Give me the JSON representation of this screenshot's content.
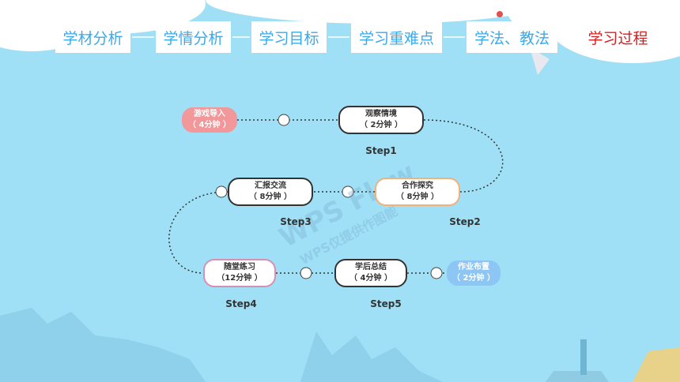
{
  "nav": {
    "items": [
      {
        "label": "学材分析",
        "active": false
      },
      {
        "label": "学情分析",
        "active": false
      },
      {
        "label": "学习目标",
        "active": false
      },
      {
        "label": "学习重难点",
        "active": false
      },
      {
        "label": "学法、教法",
        "active": false
      },
      {
        "label": "学习过程",
        "active": true
      }
    ]
  },
  "flow": {
    "nodes": [
      {
        "id": "intro",
        "title": "游戏导入",
        "duration": "（ 4分钟 ）"
      },
      {
        "id": "observe",
        "title": "观察情境",
        "duration": "（ 2分钟 ）"
      },
      {
        "id": "explore",
        "title": "合作探究",
        "duration": "（ 8分钟 ）"
      },
      {
        "id": "report",
        "title": "汇报交流",
        "duration": "（ 8分钟 ）"
      },
      {
        "id": "practice",
        "title": "随堂练习",
        "duration": "（12分钟 ）"
      },
      {
        "id": "summary",
        "title": "学后总结",
        "duration": "（ 4分钟 ）"
      },
      {
        "id": "homework",
        "title": "作业布置",
        "duration": "（ 2分钟 ）"
      }
    ],
    "steps": [
      "Step1",
      "Step2",
      "Step3",
      "Step4",
      "Step5"
    ]
  },
  "watermark": {
    "line1": "WPS Flow",
    "line2": "WPS仅提供作图能"
  },
  "colors": {
    "sky": "#9fe0f6",
    "nav_text": "#3aa9ea",
    "nav_active": "#d81e1e",
    "pink": "#f2979a",
    "blue": "#8dc6f4"
  }
}
